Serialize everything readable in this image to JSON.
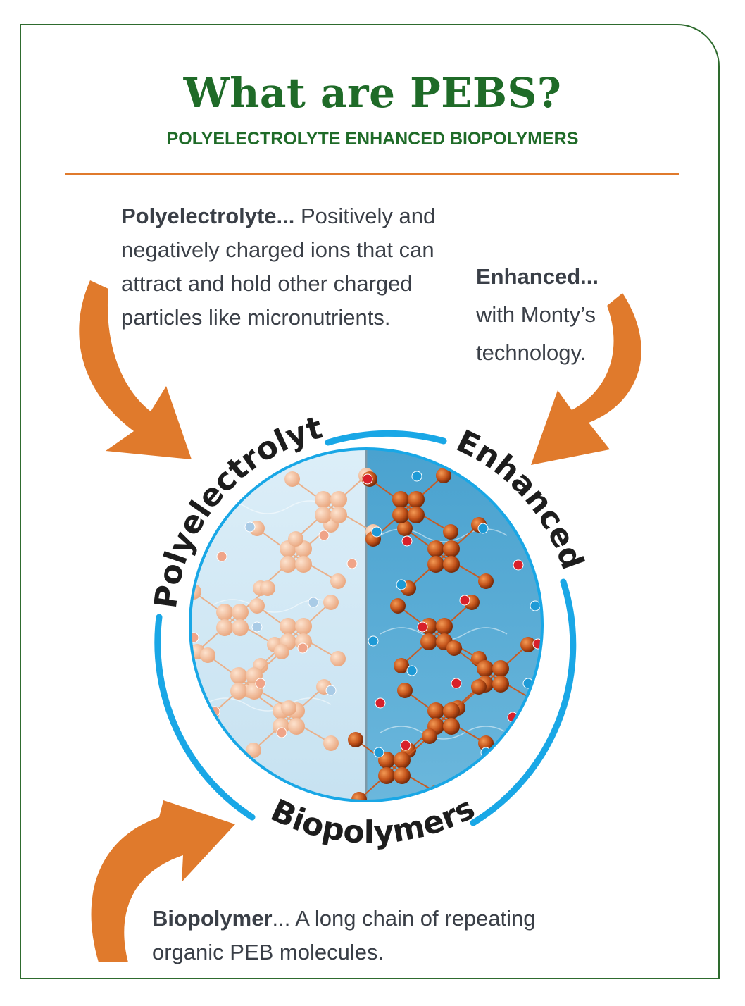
{
  "title": "What are PEBS?",
  "subtitle": "POLYELECTROLYTE ENHANCED BIOPOLYMERS",
  "descriptions": {
    "polyelectrolyte": {
      "term": "Polyelectrolyte...",
      "text": " Positively and negatively charged ions that can attract and hold other charged particles like micronutrients."
    },
    "enhanced": {
      "term": "Enhanced...",
      "text": "with Monty’s technology."
    },
    "biopolymer": {
      "term": "Biopolymer",
      "text": "... A long chain of repeating organic PEB molecules."
    }
  },
  "ring_labels": {
    "left": "Polyelectrolyte",
    "right": "Enhanced",
    "bottom": "Biopolymers"
  },
  "colors": {
    "title_green": "#1f6b28",
    "accent_orange": "#e07a2c",
    "ring_blue": "#19a7e6",
    "text_gray": "#3a3f47"
  }
}
